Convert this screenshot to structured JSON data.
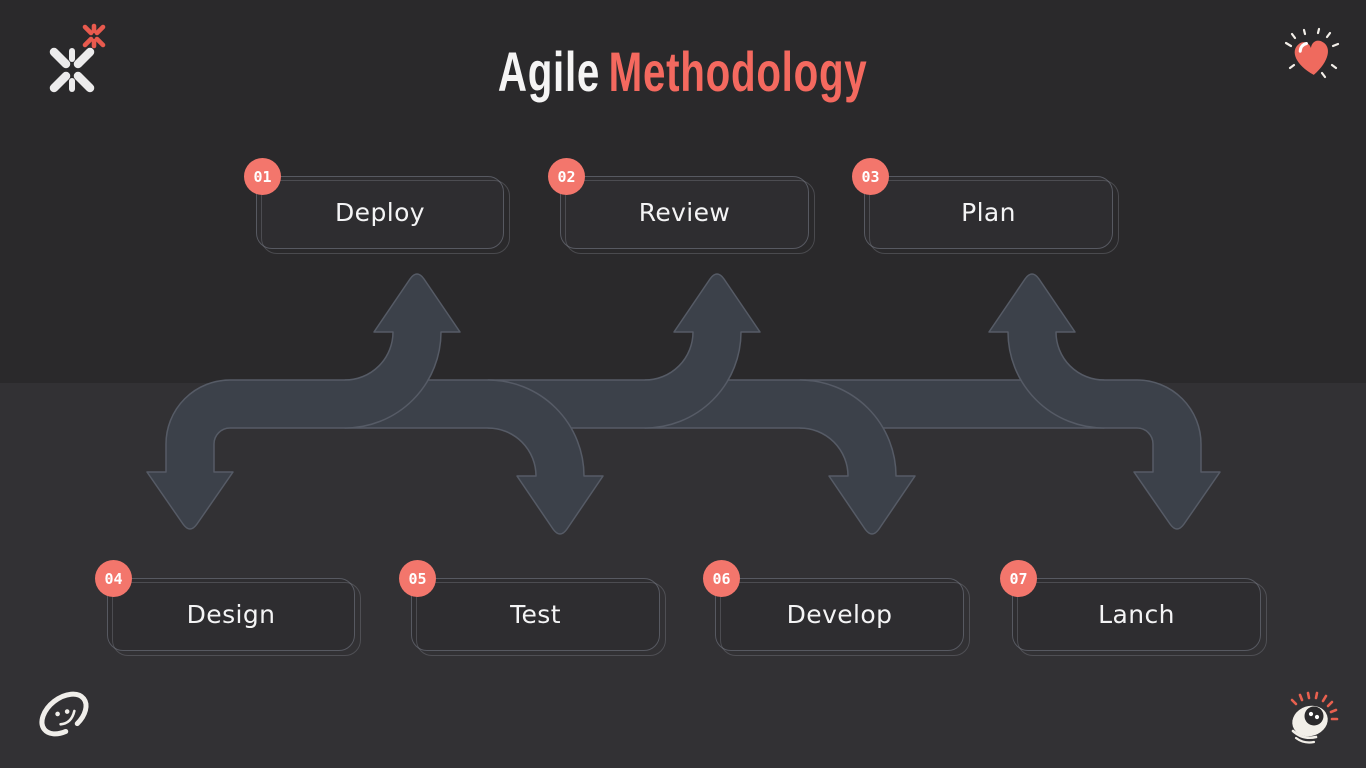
{
  "title": {
    "part1": "Agile",
    "part2": "Methodology"
  },
  "steps": [
    {
      "number": "01",
      "label": "Deploy",
      "row": "top"
    },
    {
      "number": "02",
      "label": "Review",
      "row": "top"
    },
    {
      "number": "03",
      "label": "Plan",
      "row": "top"
    },
    {
      "number": "04",
      "label": "Design",
      "row": "bottom"
    },
    {
      "number": "05",
      "label": "Test",
      "row": "bottom"
    },
    {
      "number": "06",
      "label": "Develop",
      "row": "bottom"
    },
    {
      "number": "07",
      "label": "Lanch",
      "row": "bottom"
    }
  ],
  "icons": {
    "top_left": "sparkle-asterisk-doodle",
    "top_right": "heart-doodle",
    "bottom_left": "smiley-oval-doodle",
    "bottom_right": "eye-doodle"
  },
  "colors": {
    "accent": "#f4695f",
    "badge": "#f3766c",
    "ribbon": "#3c414a",
    "ribbon_outline": "#565b66",
    "bg_top": "#2a292b",
    "bg_bottom": "#323134"
  }
}
